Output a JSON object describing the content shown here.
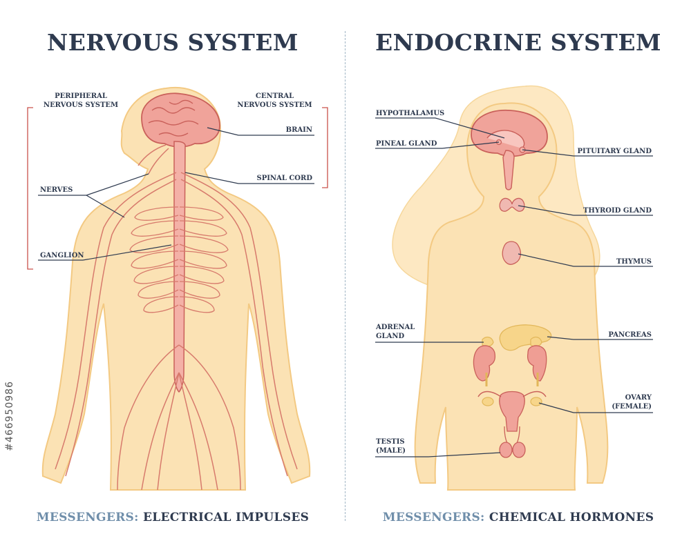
{
  "nervous": {
    "title": "NERVOUS SYSTEM",
    "footer_key": "MESSENGERS:",
    "footer_value": "ELECTRICAL IMPULSES",
    "labels": {
      "peripheral_1": "PERIPHERAL",
      "peripheral_2": "NERVOUS SYSTEM",
      "central_1": "CENTRAL",
      "central_2": "NERVOUS SYSTEM",
      "brain": "BRAIN",
      "spinal_cord": "SPINAL CORD",
      "nerves": "NERVES",
      "ganglion": "GANGLION"
    }
  },
  "endocrine": {
    "title": "ENDOCRINE SYSTEM",
    "footer_key": "MESSENGERS:",
    "footer_value": "CHEMICAL HORMONES",
    "labels": {
      "hypothalamus": "HYPOTHALAMUS",
      "pineal_gland": "PINEAL GLAND",
      "pituitary_gland": "PITUITARY GLAND",
      "thyroid_gland": "THYROID GLAND",
      "thymus": "THYMUS",
      "adrenal_1": "ADRENAL",
      "adrenal_2": "GLAND",
      "pancreas": "PANCREAS",
      "ovary_1": "OVARY",
      "ovary_2": "(FEMALE)",
      "testis_1": "TESTIS",
      "testis_2": "(MALE)"
    }
  },
  "watermark": "#466950986",
  "colors": {
    "title": "#2e3a4f",
    "footer_key": "#6f8eaa",
    "skin": "#fbe2b4",
    "skin_outline": "#f3c982",
    "nerve": "#d77a6c",
    "brain": "#f0a39a",
    "label_line": "#2e3a4f",
    "bracket": "#c9504a"
  }
}
